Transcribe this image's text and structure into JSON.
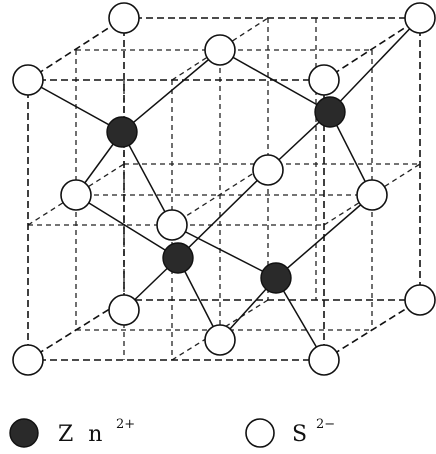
{
  "legend": {
    "zn": {
      "symbol": "Z n",
      "charge": "2+"
    },
    "s": {
      "symbol": "S",
      "charge": "2−"
    }
  },
  "atoms": {
    "s_count": 14,
    "zn_count": 4
  },
  "colors": {
    "zn_fill": "#2a2a2a",
    "s_fill": "#ffffff",
    "line": "#111111"
  }
}
